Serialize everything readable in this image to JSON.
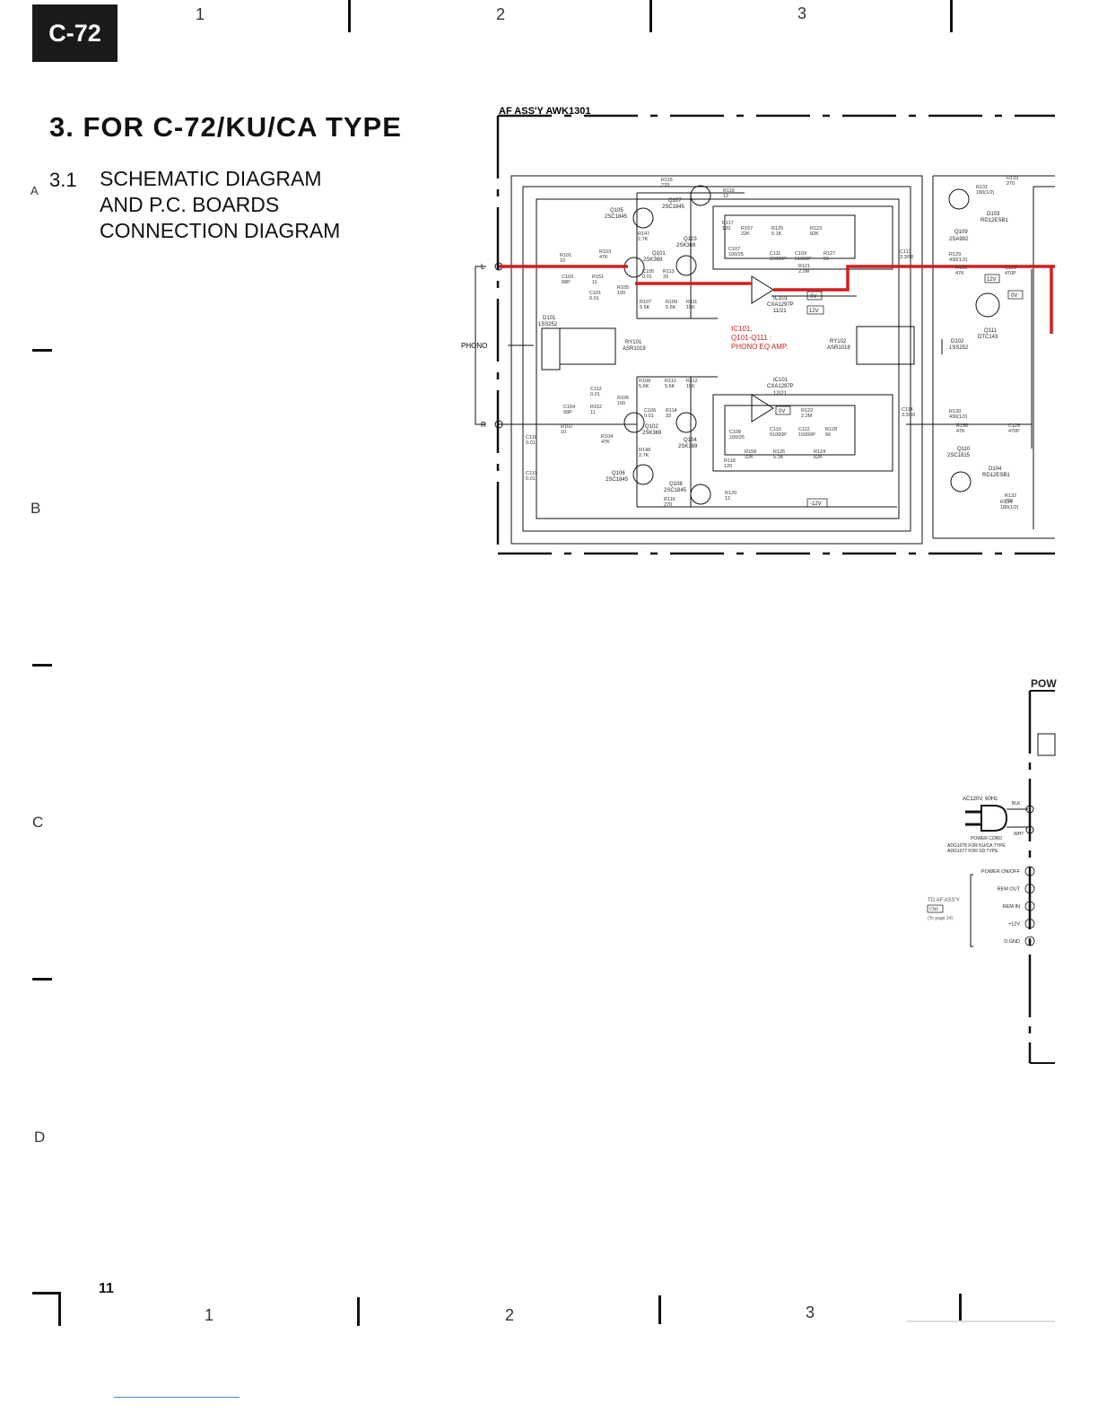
{
  "header": {
    "model": "C-72"
  },
  "grid": {
    "columns": [
      "1",
      "2",
      "3"
    ],
    "rows": [
      "A",
      "B",
      "C",
      "D"
    ]
  },
  "title": {
    "main": "3.  FOR  C-72/KU/CA  TYPE",
    "section_number": "3.1",
    "section_title": "SCHEMATIC DIAGRAM\nAND P.C. BOARDS\nCONNECTION DIAGRAM"
  },
  "page_number": "11",
  "schematic": {
    "assembly_label": "AF ASS'Y  AWK1301",
    "input_label": "PHONO",
    "channel_left": "L",
    "channel_right": "R",
    "red_note": [
      "IC101,",
      "Q101-Q111  :",
      "PHONO EQ AMP."
    ],
    "transistors": [
      {
        "ref": "Q105",
        "part": "2SC1845"
      },
      {
        "ref": "Q107",
        "part": "2SC1845"
      },
      {
        "ref": "Q101",
        "part": "2SK369"
      },
      {
        "ref": "Q103",
        "part": "2SK369"
      },
      {
        "ref": "Q102",
        "part": "2SK369"
      },
      {
        "ref": "Q104",
        "part": "2SK369"
      },
      {
        "ref": "Q106",
        "part": "2SC1845"
      },
      {
        "ref": "Q108",
        "part": "2SC1845"
      },
      {
        "ref": "Q109",
        "part": "2SA992"
      },
      {
        "ref": "Q110",
        "part": "2SC1815"
      },
      {
        "ref": "Q111",
        "part": "DTC143"
      }
    ],
    "ics": [
      {
        "ref": "IC101",
        "part": "CXA1297P",
        "pin": "11/21"
      },
      {
        "ref": "IC101",
        "part": "CXA1297P",
        "pin": "12/21"
      }
    ],
    "relays": [
      {
        "ref": "RY101",
        "part": "ASR1018"
      },
      {
        "ref": "RY102",
        "part": "ASR1018"
      }
    ],
    "diodes": [
      {
        "ref": "D101",
        "part": "1SS252"
      },
      {
        "ref": "D102",
        "part": "1SS252"
      },
      {
        "ref": "D103",
        "part": "RD12ESB1"
      },
      {
        "ref": "D104",
        "part": "RD12ESB1"
      }
    ],
    "voltage_boxes": [
      "0V",
      "12V",
      "0V",
      "-12V",
      "12V",
      "0V"
    ],
    "components_upper": [
      {
        "ref": "R115",
        "val": "270"
      },
      {
        "ref": "R119",
        "val": "12"
      },
      {
        "ref": "R117",
        "val": "120"
      },
      {
        "ref": "R157",
        "val": "22K"
      },
      {
        "ref": "R125",
        "val": "5.1K"
      },
      {
        "ref": "R123",
        "val": "82K"
      },
      {
        "ref": "C107",
        "val": "100/25"
      },
      {
        "ref": "C111",
        "val": "15000P"
      },
      {
        "ref": "C109",
        "val": "51000P"
      },
      {
        "ref": "R127",
        "val": "56"
      },
      {
        "ref": "R121",
        "val": "2.2M"
      },
      {
        "ref": "R147",
        "val": "2.7K"
      },
      {
        "ref": "R103",
        "val": "47K"
      },
      {
        "ref": "R101",
        "val": "10"
      },
      {
        "ref": "C103",
        "val": "68P"
      },
      {
        "ref": "R151",
        "val": "11"
      },
      {
        "ref": "C101",
        "val": "0.01"
      },
      {
        "ref": "R105",
        "val": "100"
      },
      {
        "ref": "C105",
        "val": "0.01"
      },
      {
        "ref": "R113",
        "val": "33"
      },
      {
        "ref": "R107",
        "val": "5.6K"
      },
      {
        "ref": "R109",
        "val": "5.6K"
      },
      {
        "ref": "R111",
        "val": "15K"
      },
      {
        "ref": "C113",
        "val": "3.3/50"
      },
      {
        "ref": "R129",
        "val": "430(1/2)"
      },
      {
        "ref": "R155",
        "val": "47K"
      },
      {
        "ref": "C125",
        "val": "470P"
      },
      {
        "ref": "R131",
        "val": "180(1/2)"
      },
      {
        "ref": "R133",
        "val": "270"
      }
    ],
    "components_lower": [
      {
        "ref": "R108",
        "val": "5.6K"
      },
      {
        "ref": "R110",
        "val": "5.6K"
      },
      {
        "ref": "R112",
        "val": "15K"
      },
      {
        "ref": "C112",
        "val": "0.01"
      },
      {
        "ref": "R106",
        "val": "100"
      },
      {
        "ref": "C104",
        "val": "68P"
      },
      {
        "ref": "R152",
        "val": "11"
      },
      {
        "ref": "R102",
        "val": "10"
      },
      {
        "ref": "C106",
        "val": "0.01"
      },
      {
        "ref": "R114",
        "val": "33"
      },
      {
        "ref": "R104",
        "val": "47K"
      },
      {
        "ref": "R122",
        "val": "2.2M"
      },
      {
        "ref": "C108",
        "val": "100/25"
      },
      {
        "ref": "C110",
        "val": "51000P"
      },
      {
        "ref": "C112",
        "val": "15000P"
      },
      {
        "ref": "R128",
        "val": "56"
      },
      {
        "ref": "R158",
        "val": "22K"
      },
      {
        "ref": "R126",
        "val": "5.1K"
      },
      {
        "ref": "R124",
        "val": "82K"
      },
      {
        "ref": "R148",
        "val": "2.7K"
      },
      {
        "ref": "R118",
        "val": "120"
      },
      {
        "ref": "R116",
        "val": "270"
      },
      {
        "ref": "R120",
        "val": "12"
      },
      {
        "ref": "C116",
        "val": "0.01"
      },
      {
        "ref": "C117",
        "val": "0.01"
      },
      {
        "ref": "C114",
        "val": "3.3/50"
      },
      {
        "ref": "R130",
        "val": "430(1/2)"
      },
      {
        "ref": "R156",
        "val": "47K"
      },
      {
        "ref": "C126",
        "val": "470P"
      },
      {
        "ref": "R132",
        "val": "270"
      },
      {
        "ref": "R134",
        "val": "180(1/2)"
      }
    ]
  },
  "power": {
    "section_label": "POW",
    "ac_label": "AC120V, 60Hz",
    "wire_colors": [
      "BLK",
      "WHT"
    ],
    "cord_caption": "POWER CORD",
    "cord_parts": [
      "ADG1078 FOR KU/CA TYPE",
      "ADG1077 FOR SD TYPE"
    ],
    "connector_title": "TO AF ASS'Y",
    "connector_box": "CN6",
    "connector_page": "(To page 14)",
    "pins": [
      {
        "name": "POWER ON/OFF",
        "num": "1"
      },
      {
        "name": "REM OUT",
        "num": "2"
      },
      {
        "name": "REM IN",
        "num": "3"
      },
      {
        "name": "+12V",
        "num": "4"
      },
      {
        "name": "D.GND",
        "num": "5"
      }
    ]
  }
}
